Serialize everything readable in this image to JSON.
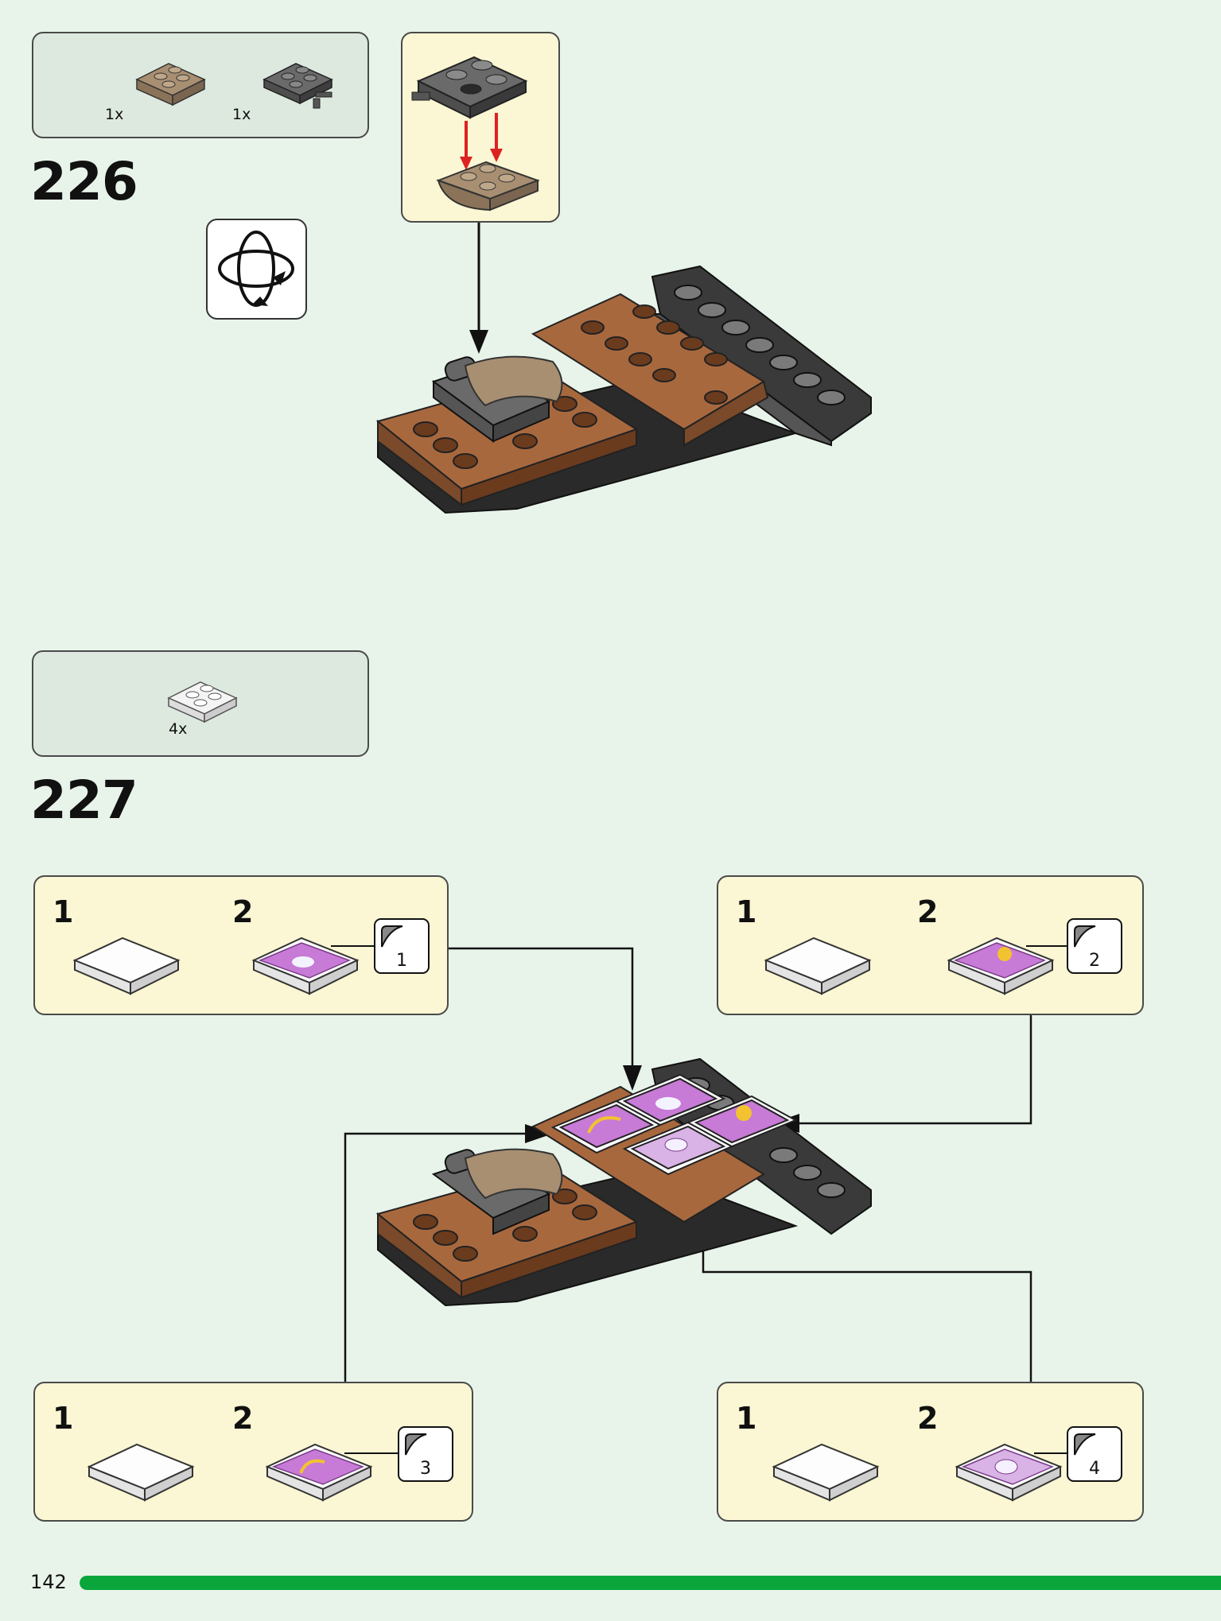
{
  "page": {
    "number": "142",
    "progress": 1.0,
    "accent": "#0aa63c"
  },
  "step226": {
    "number": "226",
    "parts": [
      {
        "name": "tan-inverted-slope-plate",
        "qty": "1x"
      },
      {
        "name": "dark-gray-plate-with-pin",
        "qty": "1x"
      }
    ],
    "icon": "rotate-model-icon"
  },
  "step227": {
    "number": "227",
    "parts": [
      {
        "name": "white-tile-2x2",
        "qty": "4x"
      }
    ],
    "callouts": [
      {
        "sub1": "1",
        "sub2": "2",
        "sticker": "1"
      },
      {
        "sub1": "1",
        "sub2": "2",
        "sticker": "2"
      },
      {
        "sub1": "1",
        "sub2": "2",
        "sticker": "3"
      },
      {
        "sub1": "1",
        "sub2": "2",
        "sticker": "4"
      }
    ]
  }
}
